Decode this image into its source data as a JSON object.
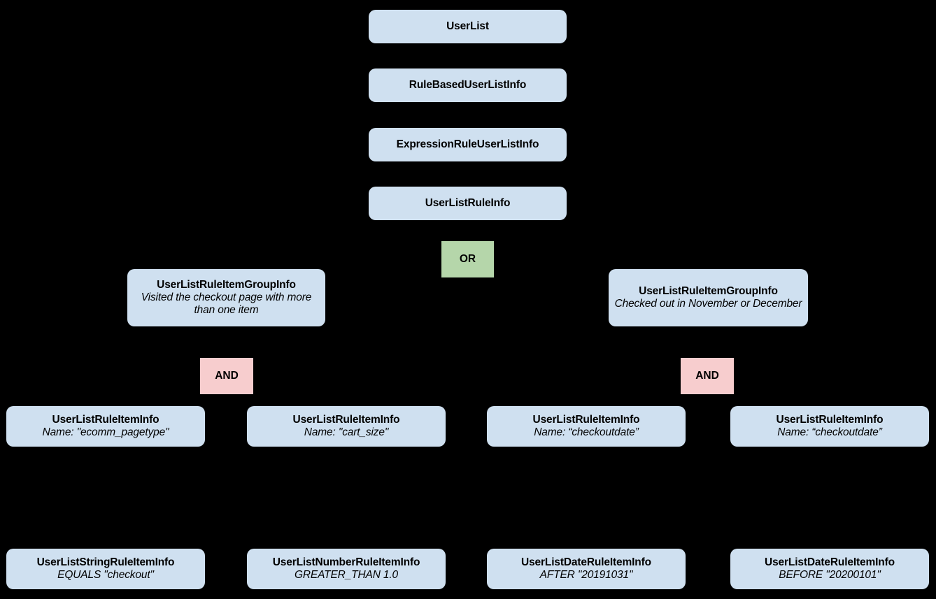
{
  "diagram": {
    "kind": "tree",
    "background_color": "#000000",
    "node_color": "#cfe0f0",
    "or_color": "#b5d6aa",
    "and_color": "#f7cdce",
    "text_color": "#000000",
    "edge_color": "#000000"
  },
  "spine": [
    {
      "title": "UserList"
    },
    {
      "title": "RuleBasedUserListInfo"
    },
    {
      "title": "ExpressionRuleUserListInfo"
    },
    {
      "title": "UserListRuleInfo"
    }
  ],
  "operators": {
    "root": {
      "label": "OR"
    },
    "left_group": {
      "label": "AND"
    },
    "right_group": {
      "label": "AND"
    }
  },
  "groups": [
    {
      "title": "UserListRuleItemGroupInfo",
      "subtitle": "Visited the checkout page with more than one item"
    },
    {
      "title": "UserListRuleItemGroupInfo",
      "subtitle": "Checked out in November or December"
    }
  ],
  "rule_items": [
    {
      "title": "UserListRuleItemInfo",
      "subtitle": "Name: \"ecomm_pagetype\""
    },
    {
      "title": "UserListRuleItemInfo",
      "subtitle": "Name: \"cart_size\""
    },
    {
      "title": "UserListRuleItemInfo",
      "subtitle": "Name: “checkoutdate”"
    },
    {
      "title": "UserListRuleItemInfo",
      "subtitle": "Name: “checkoutdate”"
    }
  ],
  "leaf_items": [
    {
      "title": "UserListStringRuleItemInfo",
      "subtitle": "EQUALS \"checkout\""
    },
    {
      "title": "UserListNumberRuleItemInfo",
      "subtitle": "GREATER_THAN 1.0"
    },
    {
      "title": "UserListDateRuleItemInfo",
      "subtitle": "AFTER \"20191031\""
    },
    {
      "title": "UserListDateRuleItemInfo",
      "subtitle": "BEFORE \"20200101\""
    }
  ]
}
